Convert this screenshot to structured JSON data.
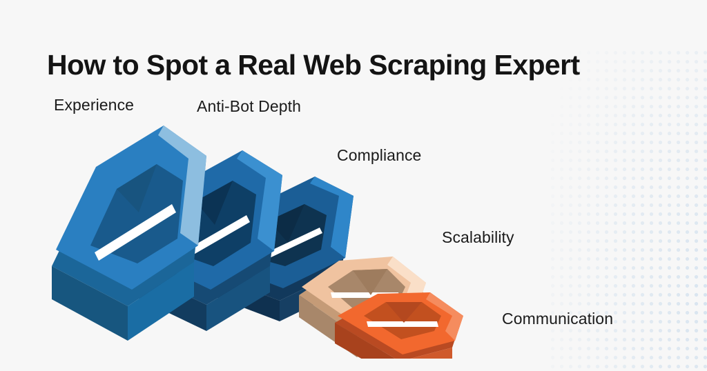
{
  "header": {
    "title": "How to Spot a Real Web Scraping Expert"
  },
  "labels": [
    {
      "id": "experience",
      "text": "Experience"
    },
    {
      "id": "anti-bot-depth",
      "text": "Anti-Bot Depth"
    },
    {
      "id": "compliance",
      "text": "Compliance"
    },
    {
      "id": "scalability",
      "text": "Scalability"
    },
    {
      "id": "communication",
      "text": "Communication"
    }
  ],
  "illustration": {
    "description": "five-stacked-3d-hexagonal-rings",
    "rings": [
      {
        "id": "ring-1",
        "label_ref": "experience",
        "color": "#2a7fc1",
        "tone": "blue"
      },
      {
        "id": "ring-2",
        "label_ref": "anti-bot-depth",
        "color": "#1f6aa8",
        "tone": "blue-dark"
      },
      {
        "id": "ring-3",
        "label_ref": "compliance",
        "color": "#1b5e96",
        "tone": "blue-deep"
      },
      {
        "id": "ring-4",
        "label_ref": "scalability",
        "color": "#f0c3a0",
        "tone": "tan"
      },
      {
        "id": "ring-5",
        "label_ref": "communication",
        "color": "#f2682e",
        "tone": "orange"
      }
    ]
  },
  "theme": {
    "background": "#f7f7f7",
    "title_color": "#141414",
    "label_color": "#1b1b1b",
    "accent_blue": "#2a7fc1",
    "accent_blue_light": "#8dbee0",
    "accent_blue_dark": "#164a74",
    "accent_blue_deep": "#12395c",
    "accent_tan": "#f4cdab",
    "accent_tan_light": "#fadfc8",
    "accent_tan_dark": "#a8876a",
    "accent_orange": "#f2682e",
    "accent_orange_light": "#f58c5e",
    "accent_orange_dark": "#b94a22",
    "dot_color": "#dfe8f0"
  }
}
